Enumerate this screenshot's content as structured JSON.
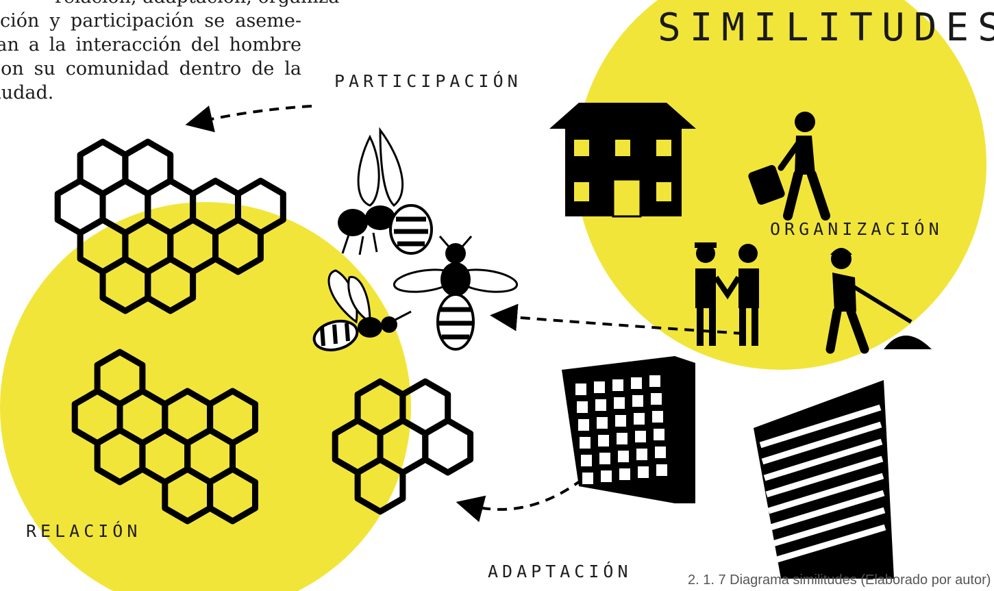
{
  "intro_lines": [
    "relación, adaptación, organiza-",
    "ción y participación se aseme-",
    "jan a la interacción del hombre",
    "con su comunidad dentro de la",
    "ciudad."
  ],
  "title": "SIMILITUDES",
  "labels": {
    "participacion": "PARTICIPACIÓN",
    "organizacion": "ORGANIZACIÓN",
    "relacion": "RELACIÓN",
    "adaptacion": "ADAPTACIÓN"
  },
  "caption": "2. 1. 7 Diagrama similitudes (Elaborado por autor)",
  "colors": {
    "accent": "#f2e53a",
    "ink": "#000000"
  },
  "icons": [
    "honeycomb-icon",
    "bee-icon",
    "house-icon",
    "traveler-icon",
    "handshake-icon",
    "worker-shovel-icon",
    "office-building-icon",
    "skyscraper-icon"
  ]
}
